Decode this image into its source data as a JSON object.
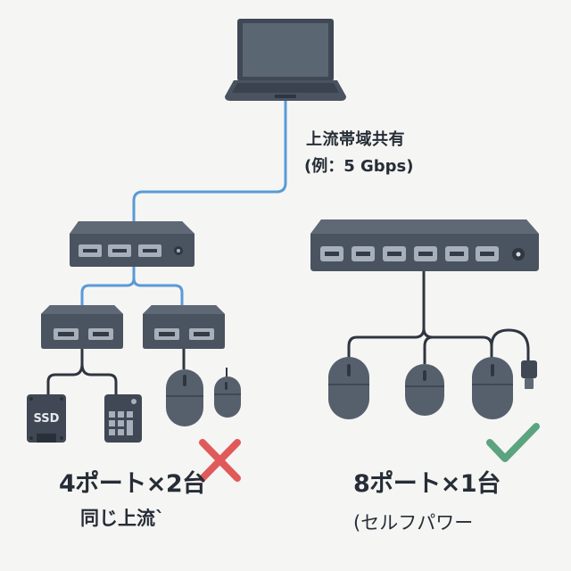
{
  "colors": {
    "background": "#f5f5f4",
    "device_dark": "#4a5360",
    "device_top": "#5f6976",
    "laptop_screen": "#5b6673",
    "port": "#a7b0ba",
    "port_slot": "#333b46",
    "usb_cable_blue": "#5a9ad6",
    "cable_dark": "#2f3641",
    "cross_red": "#e05a5a",
    "check_green": "#5ba47f",
    "text": "#262d36"
  },
  "upstream_note": {
    "line1": "上流帯域共有",
    "line2": "(例：5 Gbps)"
  },
  "left_config": {
    "title": "4ポート×2台",
    "subtitle": "同じ上流`",
    "verdict_icon": "cross-icon",
    "devices": [
      "ssd-icon",
      "keypad-icon",
      "mouse-icon",
      "small-mouse-icon"
    ],
    "ssd_label": "SSD"
  },
  "right_config": {
    "title": "8ポート×1台",
    "subtitle": "(セルフパワー",
    "verdict_icon": "check-icon",
    "devices": [
      "mouse-icon",
      "mouse-icon",
      "mouse-icon",
      "usb-plug-icon"
    ]
  }
}
